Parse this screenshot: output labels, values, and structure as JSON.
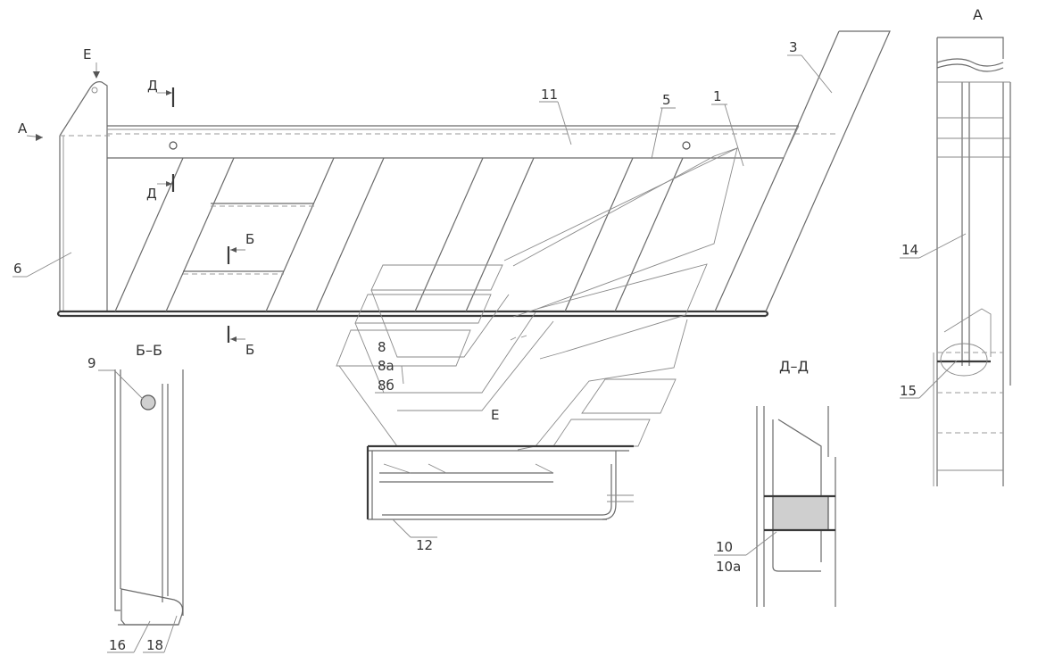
{
  "view_labels": {
    "a_view": "А",
    "b_section": "Б–Б",
    "d_section": "Д–Д"
  },
  "section_marks": {
    "a": "А",
    "e": "Е",
    "d": "Д",
    "b": "Б"
  },
  "callouts": {
    "p1": "1",
    "p3": "3",
    "p5": "5",
    "p6": "6",
    "p8": "8",
    "p8a": "8а",
    "p8b": "8б",
    "p9": "9",
    "p10": "10",
    "p10a": "10а",
    "p11": "11",
    "p12": "12",
    "p14": "14",
    "p15": "15",
    "p16": "16",
    "p18": "18",
    "detail_e": "Е"
  }
}
